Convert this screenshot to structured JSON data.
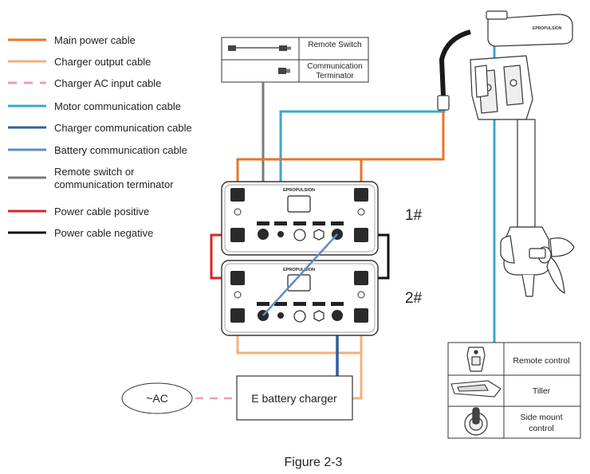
{
  "legend": {
    "items": [
      {
        "label": "Main power cable",
        "color": "#E8742A",
        "style": "solid"
      },
      {
        "label": "Charger output cable",
        "color": "#F4B07A",
        "style": "solid"
      },
      {
        "label": "Charger AC input cable",
        "color": "#EE9BB5",
        "style": "dashed"
      },
      {
        "label": "Motor communication cable",
        "color": "#3BA8C9",
        "style": "solid"
      },
      {
        "label": "Charger communication cable",
        "color": "#2F5E9E",
        "style": "solid"
      },
      {
        "label": "Battery communication cable",
        "color": "#5E8DC0",
        "style": "solid"
      },
      {
        "label": "Remote switch or",
        "label2": "communication terminator",
        "color": "#7A7A7A",
        "style": "solid"
      },
      {
        "label": "Power cable positive",
        "color": "#D8232A",
        "style": "solid"
      },
      {
        "label": "Power cable negative",
        "color": "#111111",
        "style": "solid"
      }
    ]
  },
  "accessory_box": {
    "remote_switch": "Remote Switch",
    "terminator_line1": "Communication",
    "terminator_line2": "Terminator"
  },
  "batteries": {
    "brand": "EPROPULSION",
    "battery1_label": "1#",
    "battery2_label": "2#"
  },
  "ac_source": "~AC",
  "charger": "E battery charger",
  "controls": {
    "remote_control": "Remote control",
    "tiller": "Tiller",
    "side_mount_line1": "Side mount",
    "side_mount_line2": "control"
  },
  "motor": {
    "brand": "EPROPULSION"
  },
  "caption": "Figure 2-3"
}
